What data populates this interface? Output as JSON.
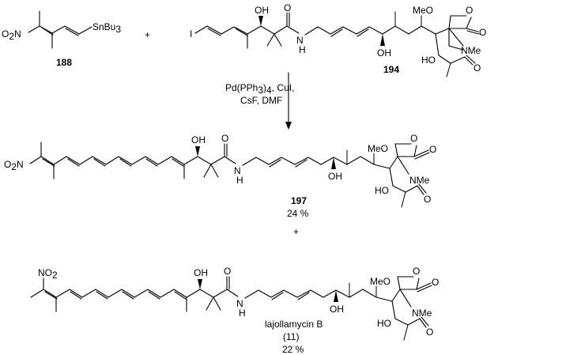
{
  "reagents": {
    "line1": "Pd(PPh3)4, CuI,",
    "line2": "CsF, DMF"
  },
  "plus": "+",
  "compounds": [
    {
      "id": "188",
      "yield": ""
    },
    {
      "id": "194",
      "yield": ""
    },
    {
      "id": "197",
      "yield": "24 %"
    },
    {
      "name": "lajollamycin B",
      "id": "11",
      "yield": "22 %"
    }
  ],
  "atom_labels": {
    "no2": "O2N",
    "no2_alt": "NO2",
    "sn": "SnBu3",
    "iodo": "I",
    "oh": "OH",
    "o": "O",
    "nh": "N",
    "h": "H",
    "meo": "MeO",
    "nme": "NMe",
    "ho": "HO"
  }
}
